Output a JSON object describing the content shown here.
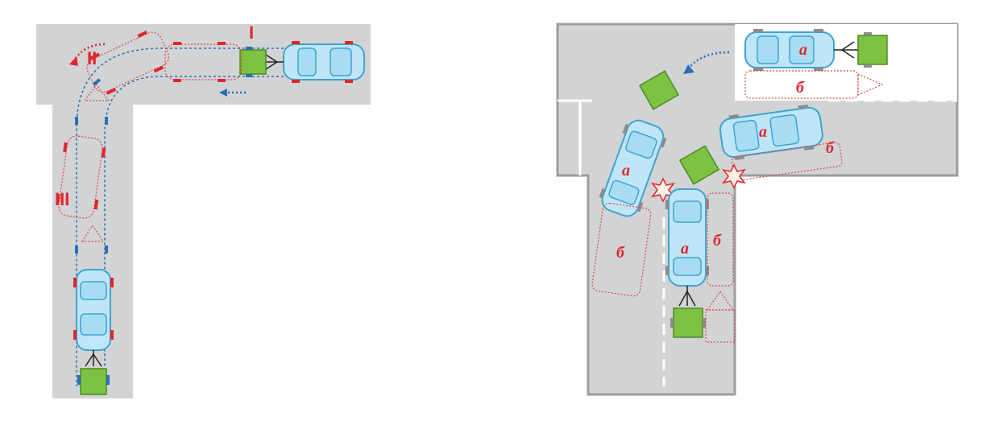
{
  "left_panel": {
    "stage_labels": [
      "I",
      "II",
      "III"
    ],
    "arrow_caption": "",
    "colors": {
      "road": "#d1d3d4",
      "car": "#bfe6f7",
      "trailer": "#7dc242",
      "ghost": "#e04646",
      "wheel_active": "#e0262b",
      "wheel_passive": "#2a6fb8"
    }
  },
  "right_panel": {
    "car_label": "а",
    "ghost_label": "б",
    "colors": {
      "road": "#d1d3d4",
      "road_border": "#9a9c9e",
      "car": "#bfe6f7",
      "trailer": "#7dc242",
      "ghost": "#e04646",
      "collision": "#e0262b"
    }
  }
}
